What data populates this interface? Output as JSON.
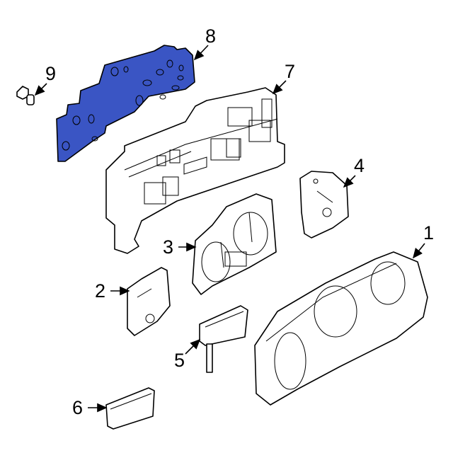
{
  "diagram": {
    "highlight_color": "#3a55c4",
    "callouts": [
      {
        "id": "1",
        "label": "1"
      },
      {
        "id": "2",
        "label": "2"
      },
      {
        "id": "3",
        "label": "3"
      },
      {
        "id": "4",
        "label": "4"
      },
      {
        "id": "5",
        "label": "5"
      },
      {
        "id": "6",
        "label": "6"
      },
      {
        "id": "7",
        "label": "7"
      },
      {
        "id": "8",
        "label": "8"
      },
      {
        "id": "9",
        "label": "9"
      }
    ]
  }
}
